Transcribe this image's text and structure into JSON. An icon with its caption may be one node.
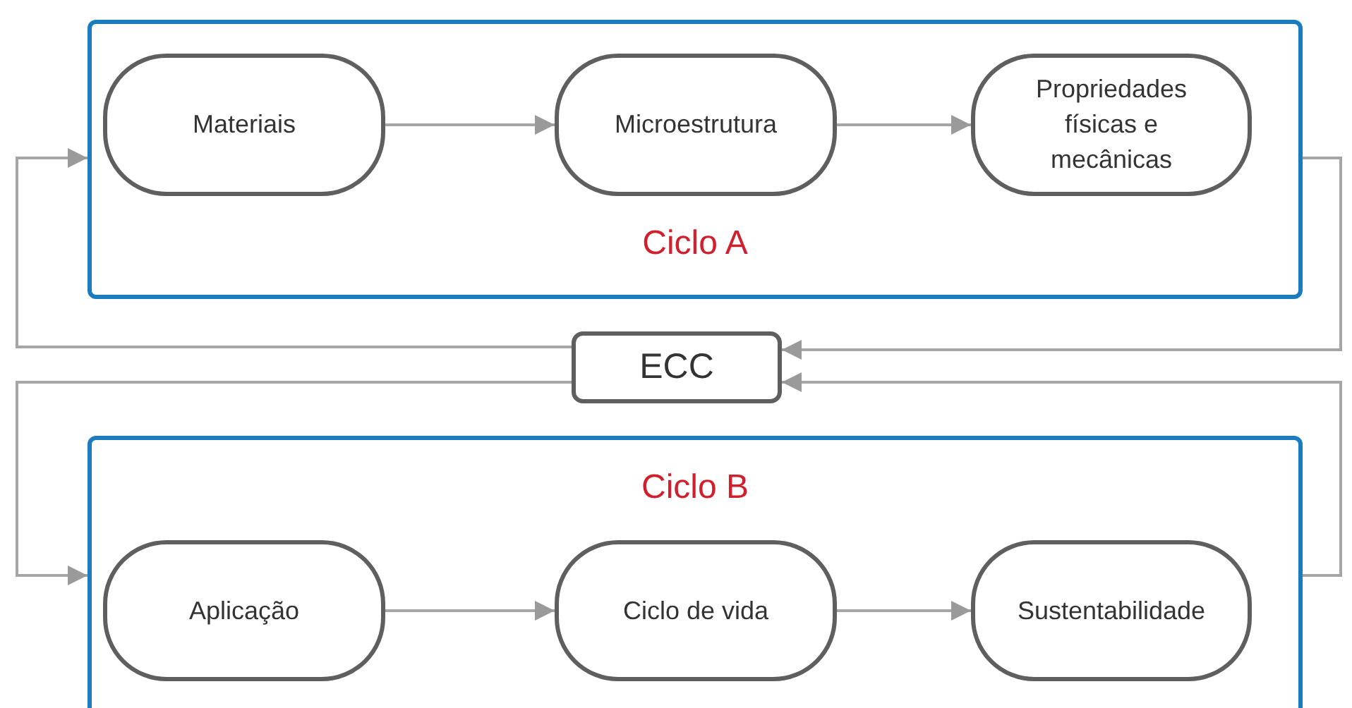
{
  "diagram": {
    "nodes": [
      {
        "text": [
          "Ciclo A"
        ]
      },
      {
        "text": [
          "Materiais"
        ],
        "in": 0
      },
      {
        "text": [
          "Microestrutura"
        ],
        "in": 0
      },
      {
        "text": [
          "Propriedades físicas e mecânicas"
        ],
        "in": 0
      },
      {
        "text": [
          "ECC"
        ]
      },
      {
        "text": [
          "Ciclo B"
        ]
      },
      {
        "text": [
          "Aplicação"
        ],
        "in": 5
      },
      {
        "text": [
          "Ciclo de vida"
        ],
        "in": 5
      },
      {
        "text": [
          "Sustentabilidade"
        ],
        "in": 5
      }
    ],
    "edges": [
      {
        "from": 1,
        "to": 2,
        "arrow": "to"
      },
      {
        "from": 2,
        "to": 3,
        "arrow": "to"
      },
      {
        "from": 0,
        "to": 4,
        "arrow": "to"
      },
      {
        "from": 5,
        "to": 4,
        "arrow": "to"
      },
      {
        "from": 4,
        "to": 0,
        "arrow": "to"
      },
      {
        "from": 4,
        "to": 5,
        "arrow": "to"
      },
      {
        "from": 6,
        "to": 7,
        "arrow": "to"
      },
      {
        "from": 7,
        "to": 8,
        "arrow": "to"
      }
    ]
  }
}
